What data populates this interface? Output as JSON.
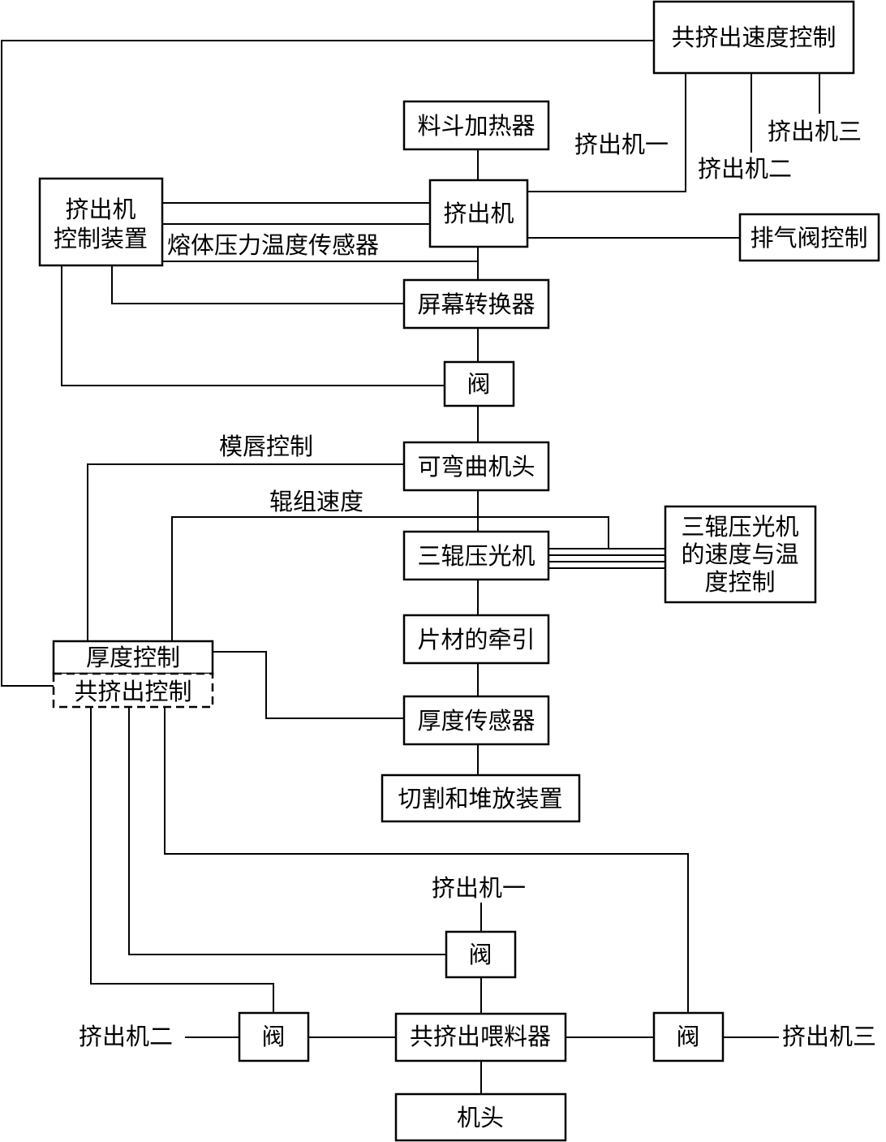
{
  "boxes": {
    "coex_speed_control": "共挤出速度控制",
    "hopper_heater": "料斗加热器",
    "extruder": "挤出机",
    "extruder_control_line1": "挤出机",
    "extruder_control_line2": "控制装置",
    "vent_valve_control": "排气阀控制",
    "screen_changer": "屏幕转换器",
    "valve_main": "阀",
    "flexible_die": "可弯曲机头",
    "three_roll_calender": "三辊压光机",
    "calender_control_line1": "三辊压光机",
    "calender_control_line2": "的速度与温",
    "calender_control_line3": "度控制",
    "sheet_haul_off": "片材的牵引",
    "thickness_control": "厚度控制",
    "coex_control": "共挤出控制",
    "thickness_sensor": "厚度传感器",
    "cut_and_stack": "切割和堆放装置",
    "valve_ext1": "阀",
    "valve_ext2": "阀",
    "coex_feedblock": "共挤出喂料器",
    "valve_ext3": "阀",
    "die_head": "机头"
  },
  "labels": {
    "top_extruder1": "挤出机一",
    "top_extruder2": "挤出机二",
    "top_extruder3": "挤出机三",
    "melt_sensor": "熔体压力温度传感器",
    "die_lip_control": "模唇控制",
    "roll_speed": "辊组速度",
    "bottom_extruder1": "挤出机一",
    "bottom_extruder2": "挤出机二",
    "bottom_extruder3": "挤出机三"
  }
}
